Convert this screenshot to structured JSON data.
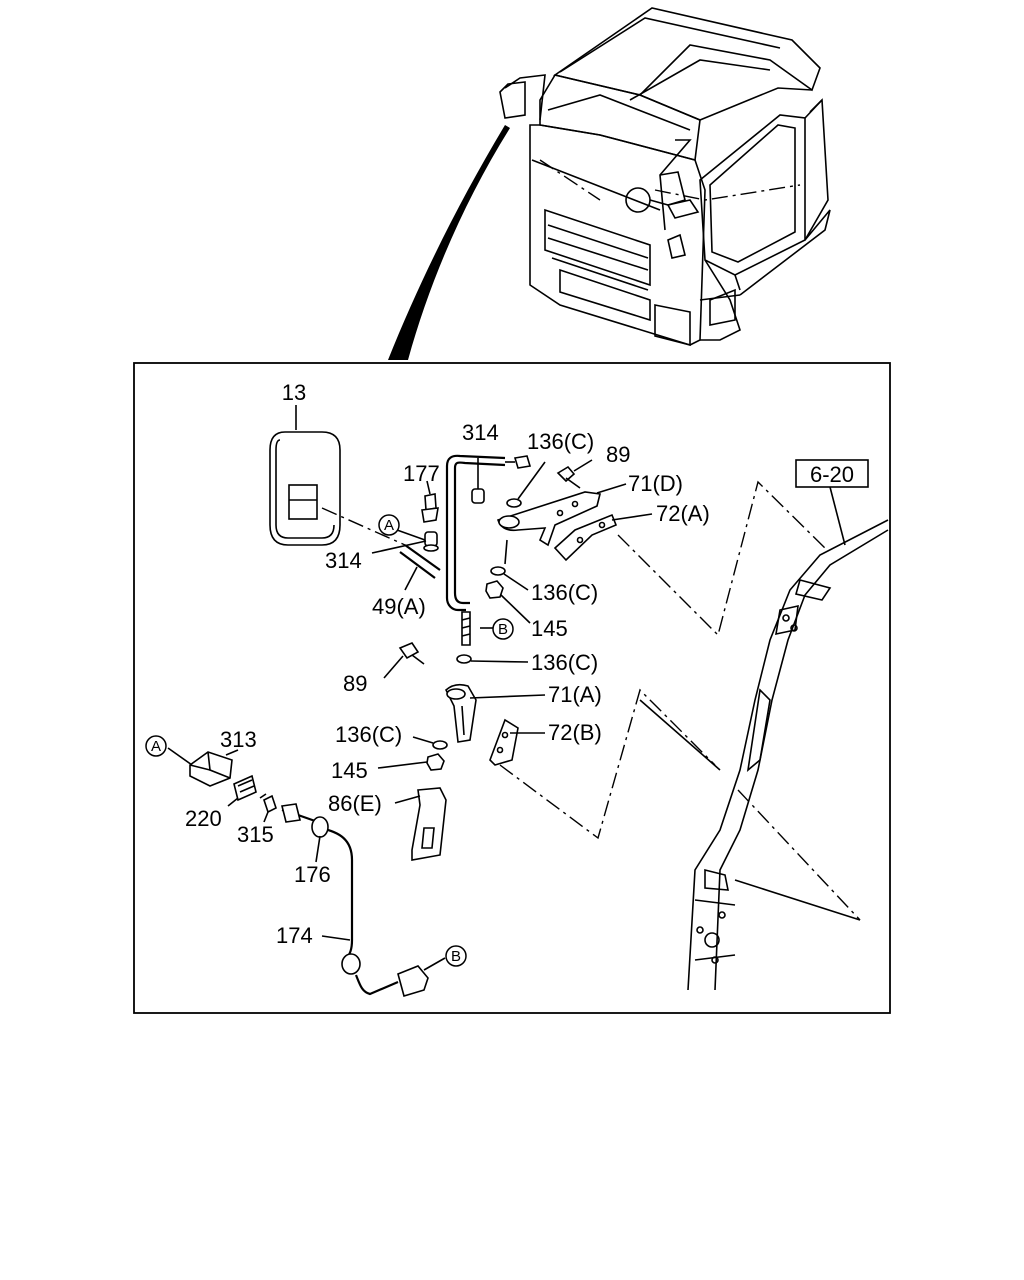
{
  "diagram": {
    "reference_box": "6-20",
    "callouts": {
      "a": "A",
      "b": "B"
    },
    "labels": {
      "p13": "13",
      "p314_top": "314",
      "p136c_top": "136(C)",
      "p89_top": "89",
      "p177": "177",
      "p71d": "71(D)",
      "p72a": "72(A)",
      "p314_left": "314",
      "p49a": "49(A)",
      "p136c_mid": "136(C)",
      "p145_mid": "145",
      "p136c_low": "136(C)",
      "p89_low": "89",
      "p71a": "71(A)",
      "p313": "313",
      "p136c_bot": "136(C)",
      "p72b": "72(B)",
      "p145_bot": "145",
      "p220": "220",
      "p86e": "86(E)",
      "p315": "315",
      "p176": "176",
      "p174": "174"
    }
  }
}
